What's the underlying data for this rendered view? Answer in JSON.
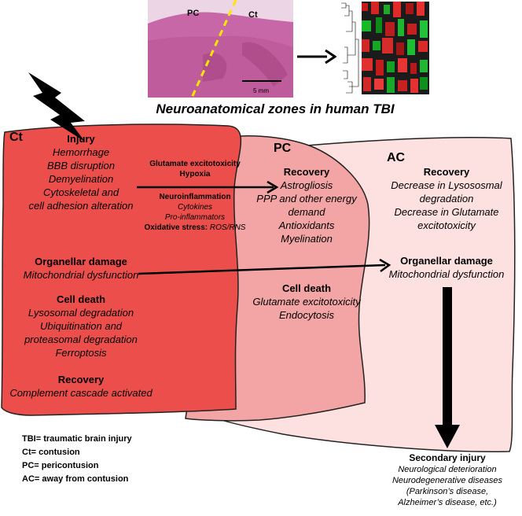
{
  "title": "Neuroanatomical zones in human TBI",
  "image": {
    "pc_label": "PC",
    "ct_label": "Ct",
    "scale_label": "5 mm"
  },
  "zones": {
    "ct": {
      "label": "Ct",
      "color": "#ec4f4b",
      "injury_heading": "Injury",
      "injury_items": [
        "Hemorrhage",
        "BBB disruption",
        "Demyelination",
        "Cytoskeletal and",
        "cell adhesion alteration"
      ],
      "organellar_heading": "Organellar damage",
      "organellar_items": [
        "Mitochondrial dysfunction"
      ],
      "celldeath_heading": "Cell death",
      "celldeath_items": [
        "Lysosomal degradation",
        "Ubiquitination and",
        "proteasomal degradation",
        "Ferroptosis"
      ],
      "recovery_heading": "Recovery",
      "recovery_items": [
        "Complement cascade activated"
      ]
    },
    "middle": {
      "line1": "Glutamate excitotoxicity",
      "line2": "Hypoxia",
      "neuro_heading": "Neuroinflammation",
      "neuro_items": [
        "Cytokines",
        "Pro-inflammators"
      ],
      "oxidative_label": "Oxidative stress:",
      "oxidative_value": "ROS/RNS"
    },
    "pc": {
      "label": "PC",
      "color": "#f3a4a4",
      "recovery_heading": "Recovery",
      "recovery_items": [
        "Astrogliosis",
        "PPP and other energy",
        "demand",
        "Antioxidants",
        "Myelination"
      ],
      "celldeath_heading": "Cell death",
      "celldeath_items": [
        "Glutamate excitotoxicity",
        "Endocytosis"
      ]
    },
    "ac": {
      "label": "AC",
      "color": "#fde0e0",
      "recovery_heading": "Recovery",
      "recovery_items": [
        "Decrease in Lysososmal",
        "degradation",
        "Decrease in Glutamate",
        "excitotoxicity"
      ],
      "organellar_heading": "Organellar damage",
      "organellar_items": [
        "Mitochondrial dysfunction"
      ]
    }
  },
  "secondary": {
    "heading": "Secondary injury",
    "items": [
      "Neurological deterioration",
      "Neurodegenerative diseases",
      "(Parkinson’s disease,",
      "Alzheimer’s disease, etc.)"
    ]
  },
  "legend": [
    "TBI= traumatic brain injury",
    "Ct= contusion",
    "PC= pericontusion",
    "AC= away from contusion"
  ]
}
